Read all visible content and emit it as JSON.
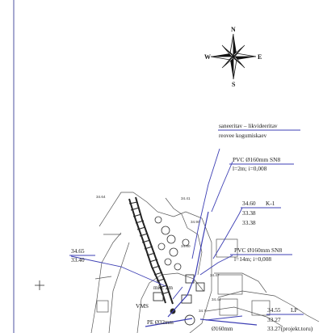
{
  "compass": {
    "north": "N",
    "south": "S",
    "east": "E",
    "west": "W"
  },
  "annotations": {
    "pipe_note": {
      "line1": "saneeritav – likvideeritav",
      "line2": "reovee kogumiskaev"
    },
    "pvc_upper": {
      "spec": "PVC Ø160mm SN8",
      "params": "l=2m; i=0,008"
    },
    "manhole_k1": {
      "value": "34.60",
      "label": "K-1",
      "level1": "33.38",
      "level2": "33.38"
    },
    "pvc_lower": {
      "spec": "PVC Ø160mm SN8",
      "params": "l=14m; i=0,008"
    },
    "level_left": {
      "top": "34.65",
      "bottom": "33.40"
    },
    "min_depth": "min. 2m",
    "vms": "VMS",
    "pe_pipe": "PE Ø32mm",
    "pipe_160": "Ø160mm",
    "lp": {
      "value": "34.55",
      "label": "LP",
      "level1": "33.27",
      "level2": "33.27(projekt.toru)"
    }
  },
  "survey_marks": {
    "m1": "34.64",
    "m2": "34.41",
    "m3": "34.90",
    "m4": "34.80",
    "m5": "34.47",
    "m6": "34.44",
    "m7": "34.7"
  }
}
